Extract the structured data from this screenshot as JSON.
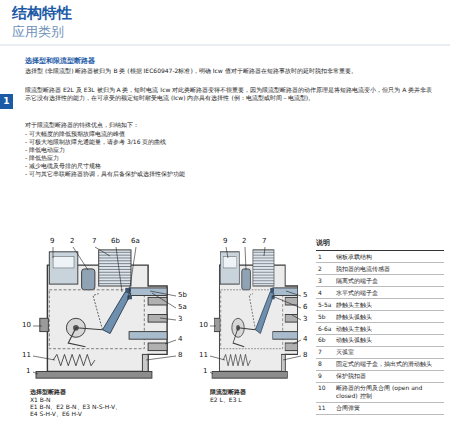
{
  "diagram": {
    "title": "结构特性",
    "nodes": [
      {
        "text": [
          "1"
        ]
      }
    ],
    "labels": [
      "应用类别",
      "选择型和限流型断路器",
      "选择型 (非限流型) 断路器被归为 B 类 (根据 IEC60947-2标准)，明确 Icw 值对于断路器在短路事故时的延时脱扣非常重要。",
      "限流型断路器 E2L 及 E3L 被归为 A 类，短时电流 Icw 对此类断路器变得不很重要，因为限流型断路器的动作原理是将短路电流变小，但只为 A 类并非表示它没有选择性的能力，在可承受的额定短时耐受电流 (Icw) 内亦具有选择性 (例：电流型或时间－电流型)。",
      "对于限流型断路器的特殊优点，归纳如下：",
      "- 可大幅度的降低预期故障电流的峰值",
      "- 可极大地限制故障允通能量，请参考 3/16 页的曲线",
      "- 降低电动应力",
      "- 降低热应力",
      "- 减少电缆及母排的尺寸规格",
      "- 可与其它串联断路器协调，具有后备保护或选择性保护功能",
      "9",
      "2",
      "7",
      "6b",
      "6a",
      "5b",
      "5a",
      "3",
      "10",
      "4",
      "8",
      "11",
      "1",
      "9",
      "2",
      "7",
      "5",
      "6",
      "3",
      "10",
      "4",
      "8",
      "11",
      "1",
      "选择型断路器",
      "X1 B-N",
      "E1 B-N、E2 B-N、E3 N-S-H-V、",
      "E4 S-H-V、E6 H-V",
      "限流型断路器",
      "E2 L、E3 L",
      "说明",
      "1",
      "钢板承载结构",
      "2",
      "脱扣器的电流传感器",
      "3",
      "隔离式的端子盒",
      "4",
      "水平式的端子盒",
      "5-5a",
      "静触头主触头",
      "5b",
      "静触头弧触头",
      "6-6a",
      "动触头主触头",
      "6b",
      "动触头弧触头",
      "7",
      "灭弧室",
      "8",
      "固定式的端子盒，抽出式的滑动触头",
      "9",
      "保护脱扣器",
      "10",
      "断路器的分闸及合闸 (open and closed) 控制",
      "11",
      "合闸弹簧"
    ]
  }
}
